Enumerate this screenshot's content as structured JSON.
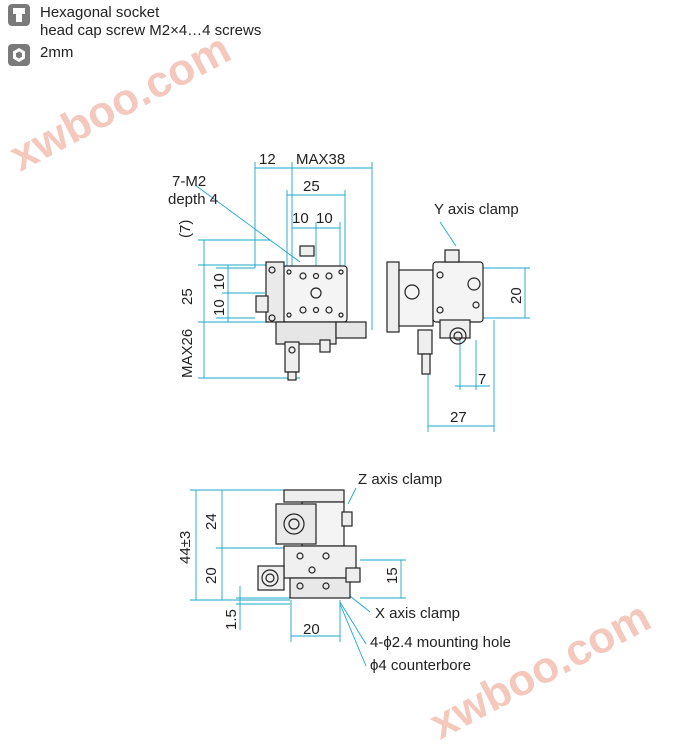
{
  "legend": {
    "screw_line1": "Hexagonal socket",
    "screw_line2": "head cap screw M2×4…4 screws",
    "wrench_size": "2mm"
  },
  "colors": {
    "dimension": "#1aa7c8",
    "part": "#222222",
    "watermark": "#f4c8bd"
  },
  "top_view": {
    "dim_12": "12",
    "dim_max38": "MAX38",
    "dim_25_top": "25",
    "dim_10a": "10",
    "dim_10b": "10",
    "tap_line1": "7-M2",
    "tap_line2": "depth 4",
    "dim_7": "(7)",
    "dim_25_left": "25",
    "dim_10c": "10",
    "dim_10d": "10",
    "dim_max26": "MAX26"
  },
  "side_view": {
    "y_clamp": "Y axis clamp",
    "dim_20": "20",
    "dim_7": "7",
    "dim_27": "27"
  },
  "front_view": {
    "z_clamp": "Z axis clamp",
    "dim_24": "24",
    "dim_44": "44±3",
    "dim_20_left": "20",
    "dim_15": "15",
    "x_clamp": "X axis clamp",
    "dim_1_5": "1.5",
    "dim_20_bottom": "20",
    "hole_line1": "4-ϕ2.4 mounting hole",
    "hole_line2": "ϕ4 counterbore"
  },
  "watermarks": [
    "xwboo.com",
    "xwboo.com"
  ]
}
